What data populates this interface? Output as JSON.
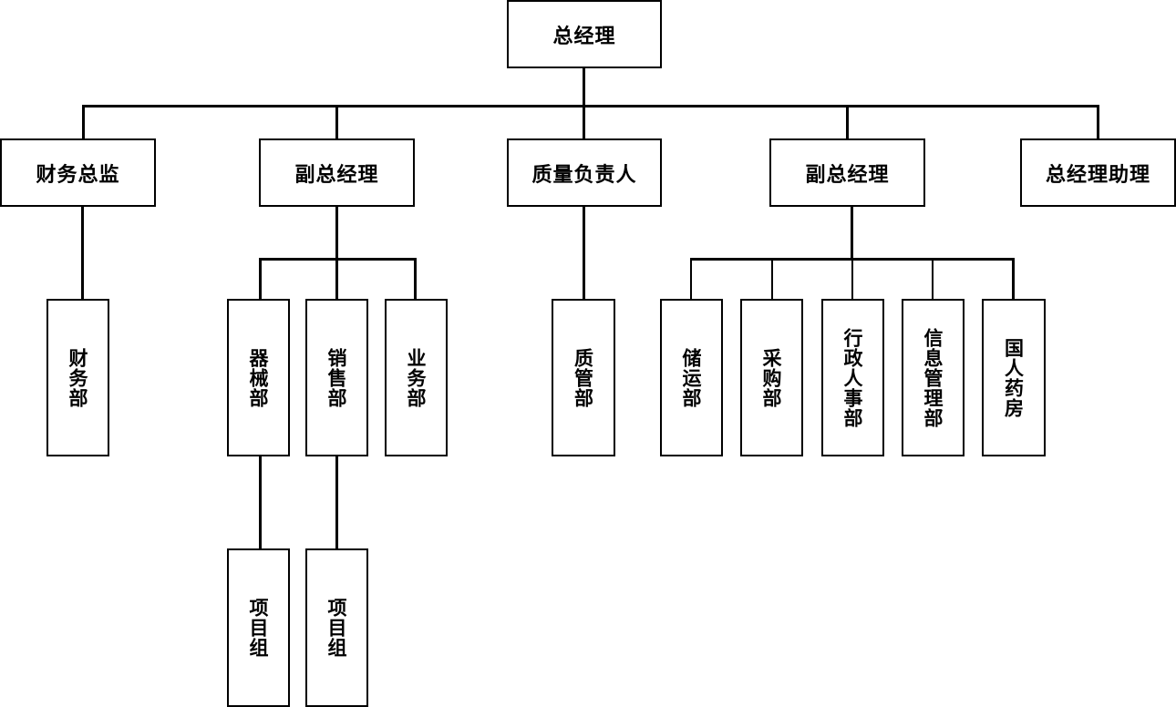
{
  "org_chart": {
    "gm": "总经理",
    "finance_director": "财务总监",
    "vice_gm_left": "副总经理",
    "quality_head": "质量负责人",
    "vice_gm_right": "副总经理",
    "gm_assistant": "总经理助理",
    "finance_dept": "财务部",
    "equipment_dept": "器械部",
    "sales_dept": "销售部",
    "business_dept": "业务部",
    "quality_mgmt_dept": "质管部",
    "project_group_1": "项目组",
    "project_group_2": "项目组",
    "storage_transport_dept": "储运部",
    "procurement_dept": "采购部",
    "admin_hr_dept": "行政人事部",
    "info_mgmt_dept": "信息管理部",
    "national_pharmacy": "国人药房"
  }
}
